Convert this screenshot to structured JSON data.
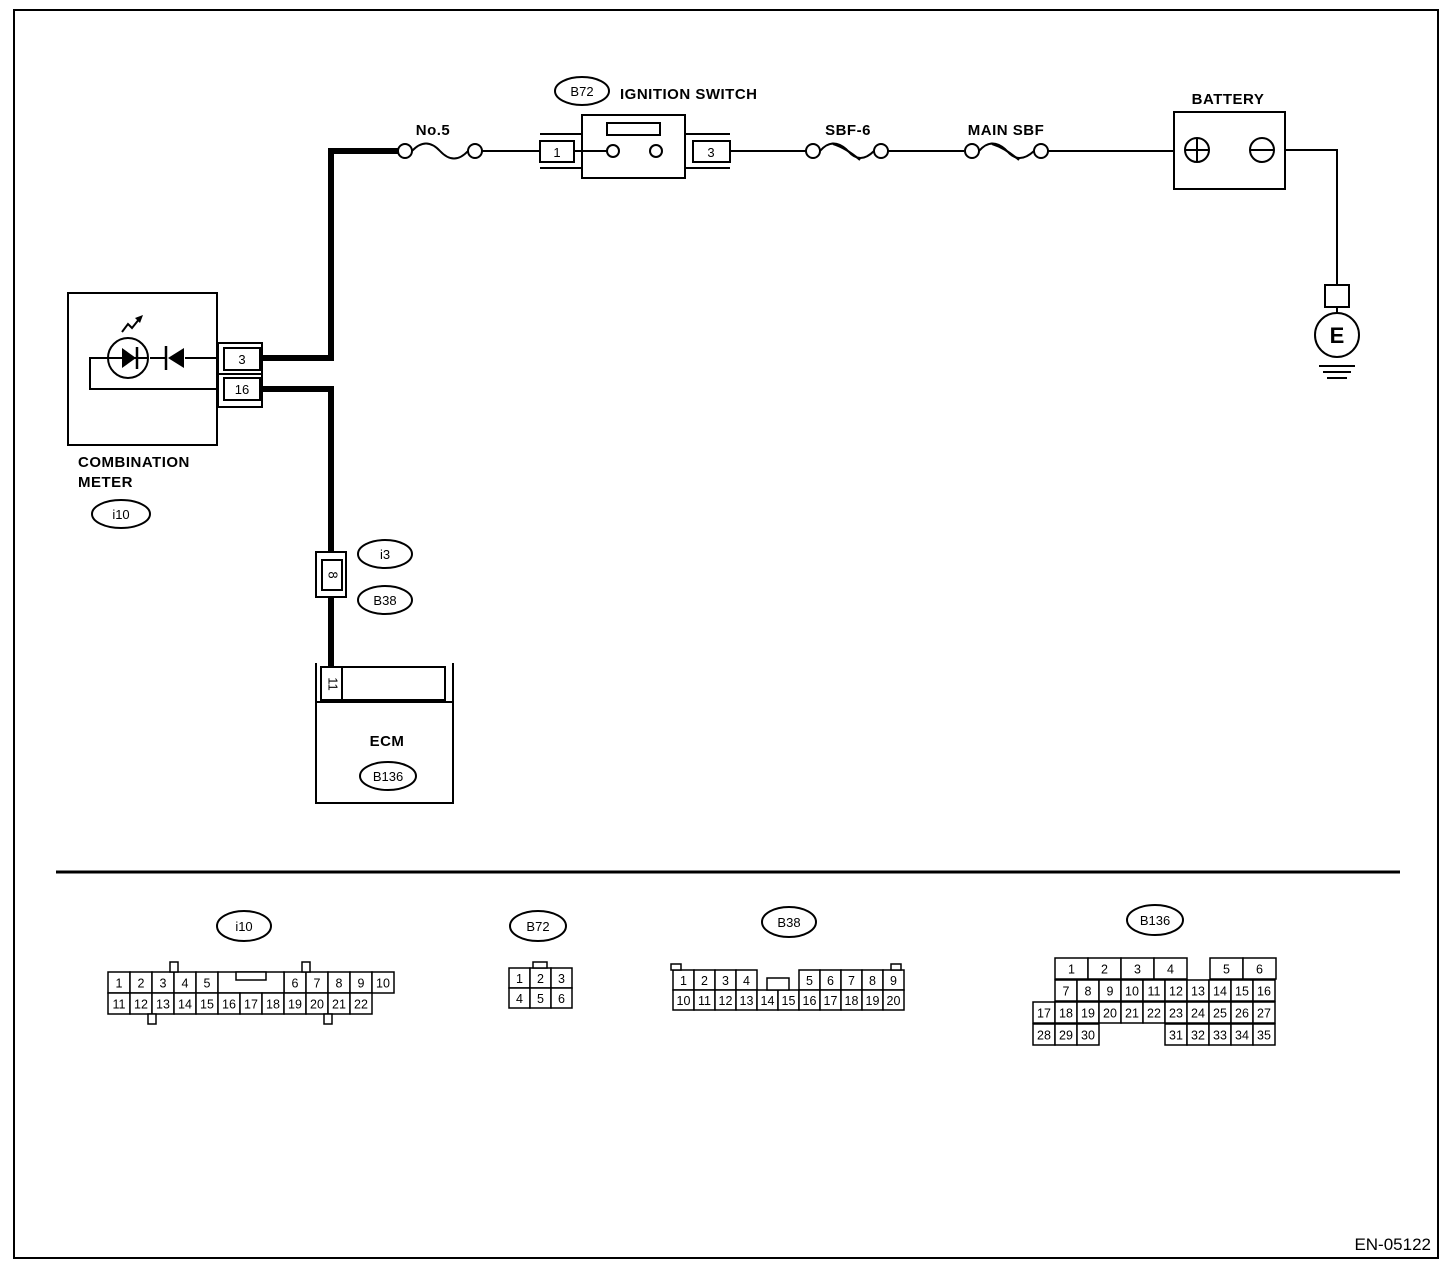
{
  "combination_meter": {
    "name_line1": "COMBINATION",
    "name_line2": "METER",
    "connector": "i10",
    "pin_a": "3",
    "pin_b": "16"
  },
  "fuse_no5": "No.5",
  "ignition_switch": {
    "connector": "B72",
    "name": "IGNITION SWITCH",
    "pin_in": "1",
    "pin_out": "3"
  },
  "sbf6": "SBF-6",
  "main_sbf": "MAIN SBF",
  "battery": "BATTERY",
  "ground": "E",
  "joint_connector": {
    "upper": "i3",
    "lower": "B38",
    "pin": "8"
  },
  "ecm": {
    "name": "ECM",
    "connector": "B136",
    "pin": "11"
  },
  "connector_views": {
    "i10": {
      "label": "i10",
      "row1": [
        "1",
        "2",
        "3",
        "4",
        "5",
        "6",
        "7",
        "8",
        "9",
        "10"
      ],
      "row2": [
        "11",
        "12",
        "13",
        "14",
        "15",
        "16",
        "17",
        "18",
        "19",
        "20",
        "21",
        "22"
      ]
    },
    "B72": {
      "label": "B72",
      "row1": [
        "1",
        "2",
        "3"
      ],
      "row2": [
        "4",
        "5",
        "6"
      ]
    },
    "B38": {
      "label": "B38",
      "row1": [
        "1",
        "2",
        "3",
        "4",
        "5",
        "6",
        "7",
        "8",
        "9"
      ],
      "row2": [
        "10",
        "11",
        "12",
        "13",
        "14",
        "15",
        "16",
        "17",
        "18",
        "19",
        "20"
      ]
    },
    "B136": {
      "label": "B136",
      "row1": [
        "1",
        "2",
        "3",
        "4",
        "5",
        "6"
      ],
      "row2": [
        "7",
        "8",
        "9",
        "10",
        "11",
        "12",
        "13",
        "14",
        "15",
        "16"
      ],
      "row3": [
        "17",
        "18",
        "19",
        "20",
        "21",
        "22",
        "23",
        "24",
        "25",
        "26",
        "27"
      ],
      "row4": [
        "28",
        "29",
        "30",
        "31",
        "32",
        "33",
        "34",
        "35"
      ]
    }
  },
  "figure_id": "EN-05122"
}
